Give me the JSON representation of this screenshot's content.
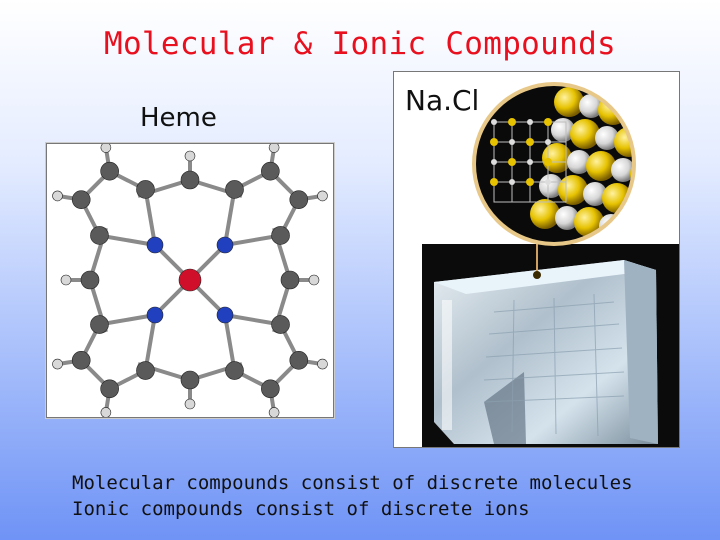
{
  "slide": {
    "title": "Molecular & Ionic Compounds",
    "heme_label": "Heme",
    "nacl_label": "Na.Cl",
    "caption_line1": "Molecular compounds consist of discrete molecules",
    "caption_line2": "Ionic compounds consist of discrete ions"
  },
  "colors": {
    "title": "#e8101e",
    "iron_atom": "#d0102a",
    "nitrogen_atom": "#2040c0",
    "carbon_atom": "#5a5a5a",
    "hydrogen_atom": "#d8d8d8",
    "sodium_sphere": "#e6c200",
    "chlorine_sphere": "#e8e8e8",
    "zoom_ring": "#e8c888"
  },
  "images": {
    "heme": "heme-molecule-ball-and-stick",
    "nacl_crystal": "salt-crystal-block-photo",
    "nacl_lattice": "nacl-lattice-zoom-circle"
  }
}
